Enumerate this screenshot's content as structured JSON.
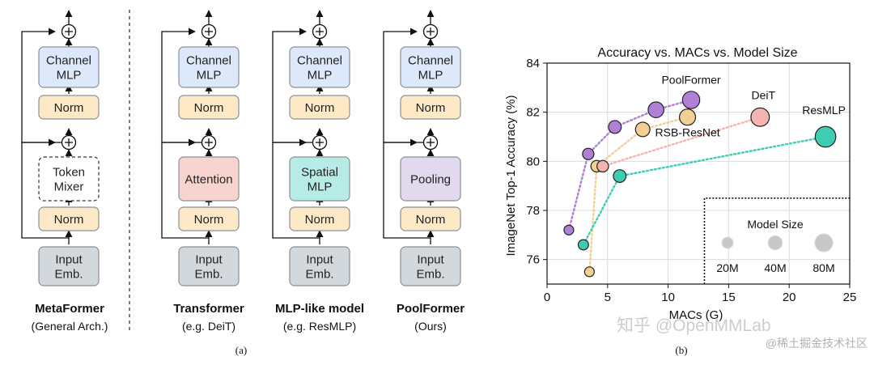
{
  "panel_a": {
    "caption": "(a)",
    "columns": [
      {
        "blocks": {
          "top": "Channel\nMLP",
          "norm_top": "Norm",
          "mixer": "Token\nMixer",
          "norm_bottom": "Norm",
          "emb": "Input\nEmb."
        },
        "title": "MetaFormer",
        "subtitle": "(General Arch.)",
        "mixer_color": "#ffffff",
        "mixer_dashed": true
      },
      {
        "blocks": {
          "top": "Channel\nMLP",
          "norm_top": "Norm",
          "mixer": "Attention",
          "norm_bottom": "Norm",
          "emb": "Input\nEmb."
        },
        "title": "Transformer",
        "subtitle": "(e.g. DeiT)",
        "mixer_color": "#f8d4d0",
        "mixer_dashed": false
      },
      {
        "blocks": {
          "top": "Channel\nMLP",
          "norm_top": "Norm",
          "mixer": "Spatial\nMLP",
          "norm_bottom": "Norm",
          "emb": "Input\nEmb."
        },
        "title": "MLP-like model",
        "subtitle": "(e.g. ResMLP)",
        "mixer_color": "#b6ebe6",
        "mixer_dashed": false
      },
      {
        "blocks": {
          "top": "Channel\nMLP",
          "norm_top": "Norm",
          "mixer": "Pooling",
          "norm_bottom": "Norm",
          "emb": "Input\nEmb."
        },
        "title": "PoolFormer",
        "subtitle": "(Ours)",
        "mixer_color": "#e2d9ef",
        "mixer_dashed": false
      }
    ],
    "colors": {
      "channel_mlp": "#dde8fb",
      "norm": "#fde9c6",
      "emb": "#d3d8dd",
      "block_stroke": "#8a8f96"
    }
  },
  "panel_b": {
    "caption": "(b)",
    "watermark_1": "知乎 @OpenMMLab",
    "watermark_2": "@稀土掘金技术社区",
    "chart_data": {
      "type": "scatter",
      "title": "Accuracy vs. MACs vs. Model Size",
      "xlabel": "MACs (G)",
      "ylabel": "ImageNet Top-1 Accuracy (%)",
      "xlim": [
        0,
        25
      ],
      "ylim": [
        75,
        84
      ],
      "xticks": [
        "0",
        "5",
        "10",
        "15",
        "20",
        "25"
      ],
      "yticks": [
        "76",
        "78",
        "80",
        "82",
        "84"
      ],
      "grid": true,
      "series": [
        {
          "name": "PoolFormer",
          "color": "#b07fd6",
          "points": [
            {
              "x": 1.8,
              "y": 77.2,
              "size_m": 12
            },
            {
              "x": 3.4,
              "y": 80.3,
              "size_m": 21
            },
            {
              "x": 5.6,
              "y": 81.4,
              "size_m": 31
            },
            {
              "x": 9.0,
              "y": 82.1,
              "size_m": 56
            },
            {
              "x": 11.9,
              "y": 82.5,
              "size_m": 73
            }
          ]
        },
        {
          "name": "RSB-ResNet",
          "color": "#f2cf93",
          "points": [
            {
              "x": 3.5,
              "y": 75.5,
              "size_m": 12
            },
            {
              "x": 4.1,
              "y": 79.8,
              "size_m": 22
            },
            {
              "x": 7.9,
              "y": 81.3,
              "size_m": 44
            },
            {
              "x": 11.6,
              "y": 81.8,
              "size_m": 60
            }
          ]
        },
        {
          "name": "DeiT",
          "color": "#f4b5b0",
          "points": [
            {
              "x": 4.6,
              "y": 79.8,
              "size_m": 22
            },
            {
              "x": 17.6,
              "y": 81.8,
              "size_m": 86
            }
          ]
        },
        {
          "name": "ResMLP",
          "color": "#3ecdb3",
          "points": [
            {
              "x": 3.0,
              "y": 76.6,
              "size_m": 15
            },
            {
              "x": 6.0,
              "y": 79.4,
              "size_m": 30
            },
            {
              "x": 23.0,
              "y": 81.0,
              "size_m": 116
            }
          ]
        }
      ],
      "annotations": [
        {
          "text": "PoolFormer",
          "series": "PoolFormer"
        },
        {
          "text": "RSB-ResNet",
          "series": "RSB-ResNet"
        },
        {
          "text": "DeiT",
          "series": "DeiT"
        },
        {
          "text": "ResMLP",
          "series": "ResMLP"
        }
      ],
      "size_legend": {
        "title": "Model Size",
        "entries": [
          {
            "label": "20M",
            "size_m": 20
          },
          {
            "label": "40M",
            "size_m": 40
          },
          {
            "label": "80M",
            "size_m": 80
          }
        ]
      }
    }
  }
}
